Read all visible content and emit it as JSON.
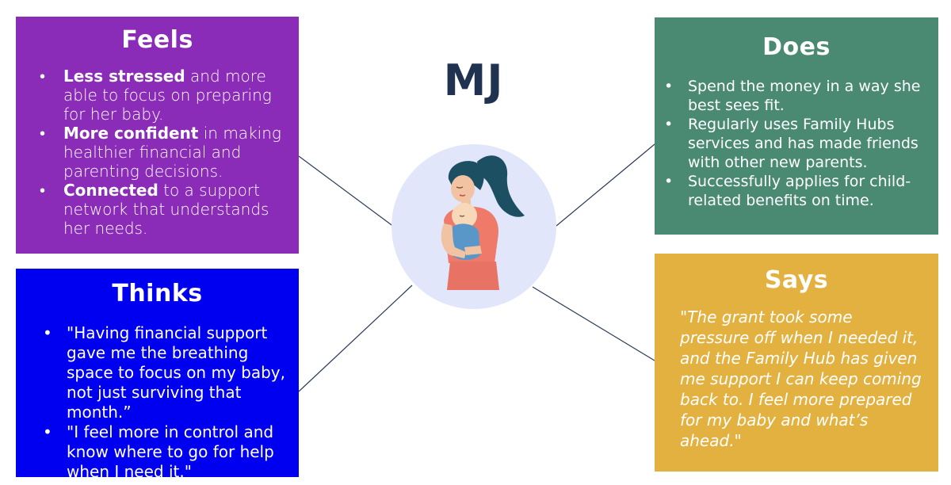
{
  "persona": {
    "name": "MJ"
  },
  "colors": {
    "feels": "#8a2cb8",
    "thinks": "#0000f0",
    "does": "#4a8a72",
    "says": "#e3b140",
    "name": "#1f3350",
    "avatar_bg": "#e2e6fb"
  },
  "feels": {
    "title": "Feels",
    "items": [
      {
        "bold": "Less stressed",
        "text": " and more able to focus on preparing for her baby."
      },
      {
        "bold": "More confident",
        "text": " in making healthier financial and parenting decisions."
      },
      {
        "bold": "Connected",
        "text": " to a support network that understands her needs."
      }
    ]
  },
  "thinks": {
    "title": "Thinks",
    "items": [
      "\"Having financial support gave me the breathing space to focus on my baby, not just surviving that month.”",
      "\"I feel more in control and know where to go for help when I need it.\""
    ]
  },
  "does": {
    "title": "Does",
    "items": [
      "Spend the money in a way she best sees fit.",
      "Regularly uses Family Hubs services and has made friends with other new parents.",
      "Successfully applies for child-related benefits on time."
    ]
  },
  "says": {
    "title": "Says",
    "quote": "\"The grant took some pressure off when I needed it, and the Family Hub has given me support I can keep coming back to. I feel more prepared for my baby and what’s ahead.\""
  },
  "avatar": {
    "icon": "mother-holding-baby-icon"
  }
}
